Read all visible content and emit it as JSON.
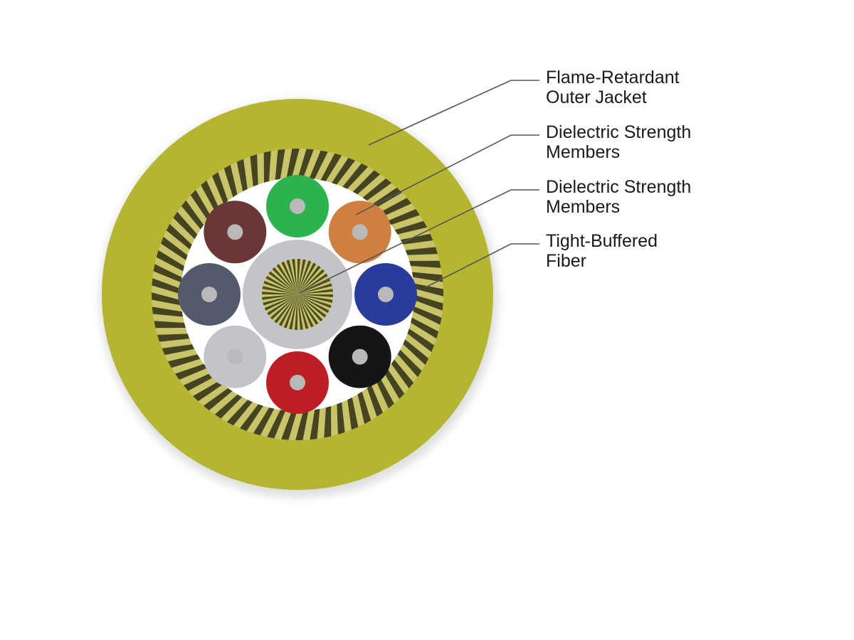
{
  "labels": {
    "jacket": {
      "line1": "Flame-Retardant",
      "line2": "Outer Jacket"
    },
    "strength_outer": {
      "line1": "Dielectric Strength",
      "line2": "Members"
    },
    "strength_center": {
      "line1": "Dielectric Strength",
      "line2": "Members"
    },
    "fiber": {
      "line1": "Tight-Buffered",
      "line2": "Fiber"
    }
  },
  "colors": {
    "jacket": "#b4b632",
    "aramid_light": "#c9c36a",
    "aramid_dark": "#2e2e14",
    "core_background": "#ffffff",
    "center_ring": "#c3c4c8",
    "leader_line": "#555555",
    "fiber_core": "#b9b9b9"
  },
  "fibers": [
    {
      "name": "green",
      "color": "#2bb34f"
    },
    {
      "name": "orange",
      "color": "#cf7f3f"
    },
    {
      "name": "blue",
      "color": "#293c9c"
    },
    {
      "name": "black",
      "color": "#151515"
    },
    {
      "name": "red",
      "color": "#bd1e26"
    },
    {
      "name": "white",
      "color": "#c4c4c8"
    },
    {
      "name": "slate",
      "color": "#535a6b"
    },
    {
      "name": "brown",
      "color": "#6b3636"
    }
  ]
}
